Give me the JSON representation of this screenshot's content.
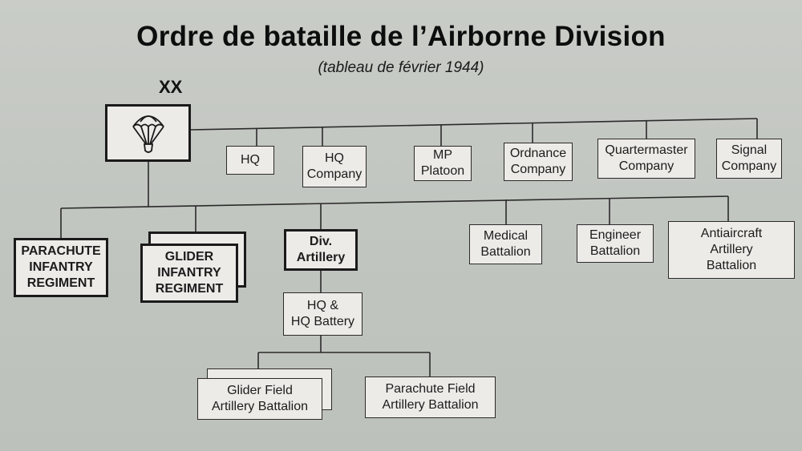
{
  "title": "Ordre de bataille de l’Airborne Division",
  "subtitle": "(tableau de février 1944)",
  "echelon": "XX",
  "unit_symbol": "parachute-icon",
  "staff_units": [
    {
      "label": "HQ"
    },
    {
      "label": "HQ\nCompany"
    },
    {
      "label": "MP\nPlatoon"
    },
    {
      "label": "Ordnance\nCompany"
    },
    {
      "label": "Quartermaster\nCompany"
    },
    {
      "label": "Signal\nCompany"
    }
  ],
  "line_units": [
    {
      "label": "PARACHUTE\nINFANTRY\nREGIMENT"
    },
    {
      "label": "GLIDER\nINFANTRY\nREGIMENT"
    },
    {
      "label": "Div.\nArtillery"
    },
    {
      "label": "Medical\nBattalion"
    },
    {
      "label": "Engineer\nBattalion"
    },
    {
      "label": "Antiaircraft\nArtillery\nBattalion"
    }
  ],
  "artillery_hq": {
    "label": "HQ &\nHQ Battery"
  },
  "artillery_units": [
    {
      "label": "Glider Field\nArtillery Battalion"
    },
    {
      "label": "Parachute Field\nArtillery Battalion"
    }
  ]
}
